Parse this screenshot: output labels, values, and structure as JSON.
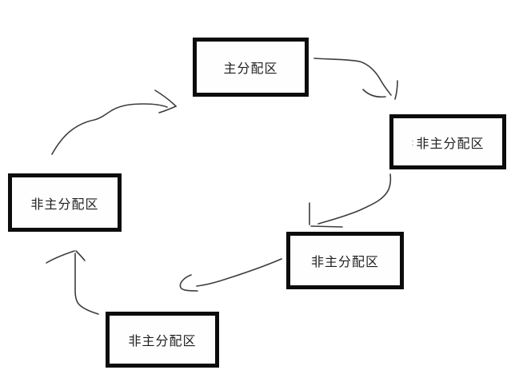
{
  "diagram": {
    "background_color": "#ffffff",
    "box_border_color": "#0c0c0c",
    "label_color": "#1e1e1e",
    "arrow_color": "#3d3d3d",
    "stray_mark_color": "#8a8a8a",
    "nodes": {
      "top": {
        "label": "主分配区"
      },
      "right": {
        "label": "非主分配区",
        "stray_mark": ":"
      },
      "bottom_right": {
        "label": "非主分配区"
      },
      "bottom": {
        "label": "非主分配区"
      },
      "left": {
        "label": "非主分配区"
      }
    },
    "edges": [
      {
        "from": "top",
        "to": "right"
      },
      {
        "from": "right",
        "to": "bottom_right"
      },
      {
        "from": "bottom_right",
        "to": "bottom"
      },
      {
        "from": "bottom",
        "to": "left"
      },
      {
        "from": "left",
        "to": "top"
      }
    ]
  }
}
